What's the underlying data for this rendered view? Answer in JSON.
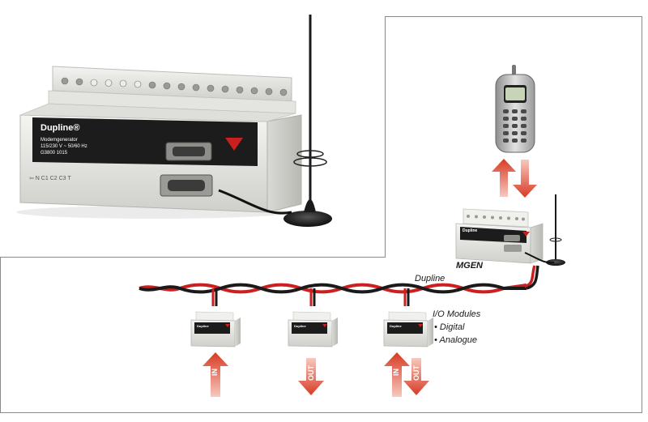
{
  "colors": {
    "bus_red": "#cc1f1f",
    "bus_black": "#1a1a1a",
    "arrow_red": "#d83a24",
    "device_body": "#e9e9e6",
    "faceplate": "#1c1c1c",
    "logo_red": "#c8201f",
    "frame": "#8a8a8a"
  },
  "main_device": {
    "brand": "Dupline®",
    "model_line1": "Modemgenerator",
    "model_line2": "115/230 V ~ 50/60 Hz",
    "model_line3": "G3800 1015",
    "terminal_labels": "⇦  N  C1  C2  C3  T"
  },
  "mgen": {
    "brand": "Dupline",
    "label": "MGEN"
  },
  "bus": {
    "label": "Dupline"
  },
  "io_modules": {
    "title": "I/O Modules",
    "bullet_digital": "• Digital",
    "bullet_analogue": "• Analogue",
    "brand": "Dupline"
  },
  "arrows": {
    "in_label": "IN",
    "out_label": "OUT"
  },
  "icons": [
    "antenna-icon",
    "mobile-phone-icon",
    "arrow-up-icon",
    "arrow-down-icon",
    "carlo-gavazzi-logo-icon"
  ]
}
